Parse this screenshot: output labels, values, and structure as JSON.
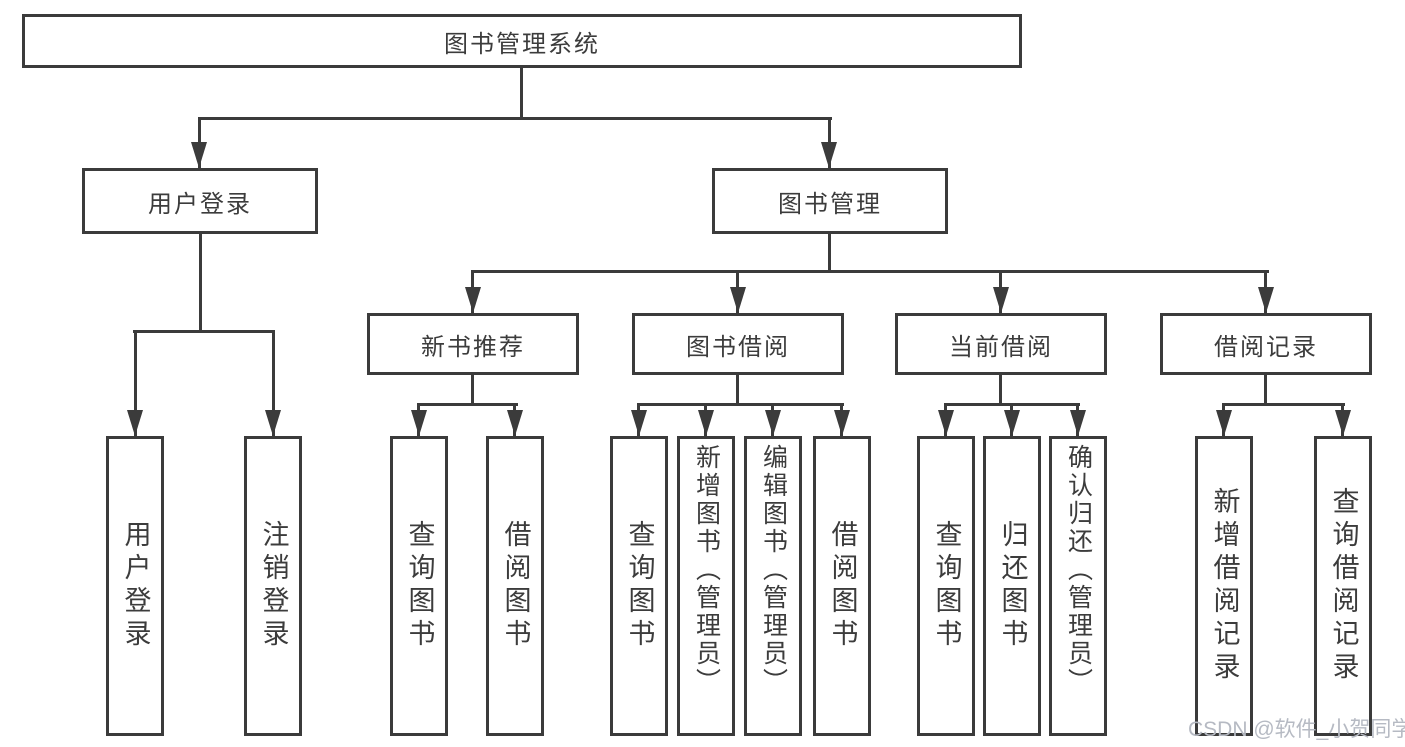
{
  "diagram": {
    "root": {
      "label": "图书管理系统"
    },
    "branches": [
      {
        "label": "用户登录",
        "children": [
          {
            "label": "用户登录"
          },
          {
            "label": "注销登录"
          }
        ]
      },
      {
        "label": "图书管理",
        "sections": [
          {
            "label": "新书推荐",
            "children": [
              {
                "label": "查询图书"
              },
              {
                "label": "借阅图书"
              }
            ]
          },
          {
            "label": "图书借阅",
            "children": [
              {
                "label": "查询图书"
              },
              {
                "label": "新增图书（管理员）"
              },
              {
                "label": "编辑图书（管理员）"
              },
              {
                "label": "借阅图书"
              }
            ]
          },
          {
            "label": "当前借阅",
            "children": [
              {
                "label": "查询图书"
              },
              {
                "label": "归还图书"
              },
              {
                "label": "确认归还（管理员）"
              }
            ]
          },
          {
            "label": "借阅记录",
            "children": [
              {
                "label": "新增借阅记录"
              },
              {
                "label": "查询借阅记录"
              }
            ]
          }
        ]
      }
    ]
  },
  "watermark": {
    "text": "CSDN @软件_小贺同学"
  },
  "colors": {
    "line": "#3b3b3b",
    "text": "#3c3c3c",
    "watermark": "#b6bac3",
    "background": "#ffffff"
  }
}
